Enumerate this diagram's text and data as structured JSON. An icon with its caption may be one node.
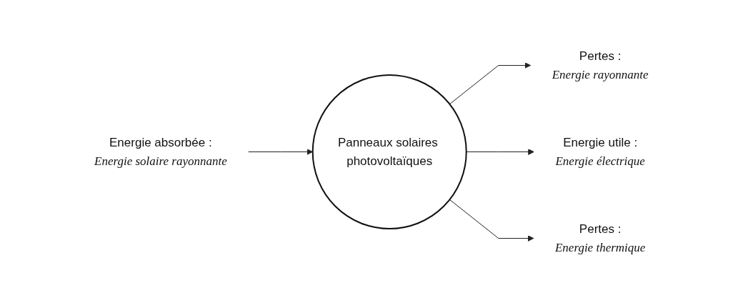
{
  "diagram": {
    "nodes": [
      {
        "text": [
          "Energie absorbée :",
          "Energie solaire rayonnante"
        ]
      },
      {
        "text": [
          "Panneaux solaires photovoltaïques"
        ]
      },
      {
        "text": [
          "Pertes :",
          "Energie rayonnante"
        ]
      },
      {
        "text": [
          "Energie utile :",
          "Energie électrique"
        ]
      },
      {
        "text": [
          "Pertes :",
          "Energie thermique"
        ]
      }
    ],
    "edges": [
      {
        "from": 0,
        "to": 1,
        "arrow": "to"
      },
      {
        "from": 1,
        "to": 2,
        "arrow": "to"
      },
      {
        "from": 1,
        "to": 3,
        "arrow": "to"
      },
      {
        "from": 1,
        "to": 4,
        "arrow": "to"
      }
    ]
  }
}
